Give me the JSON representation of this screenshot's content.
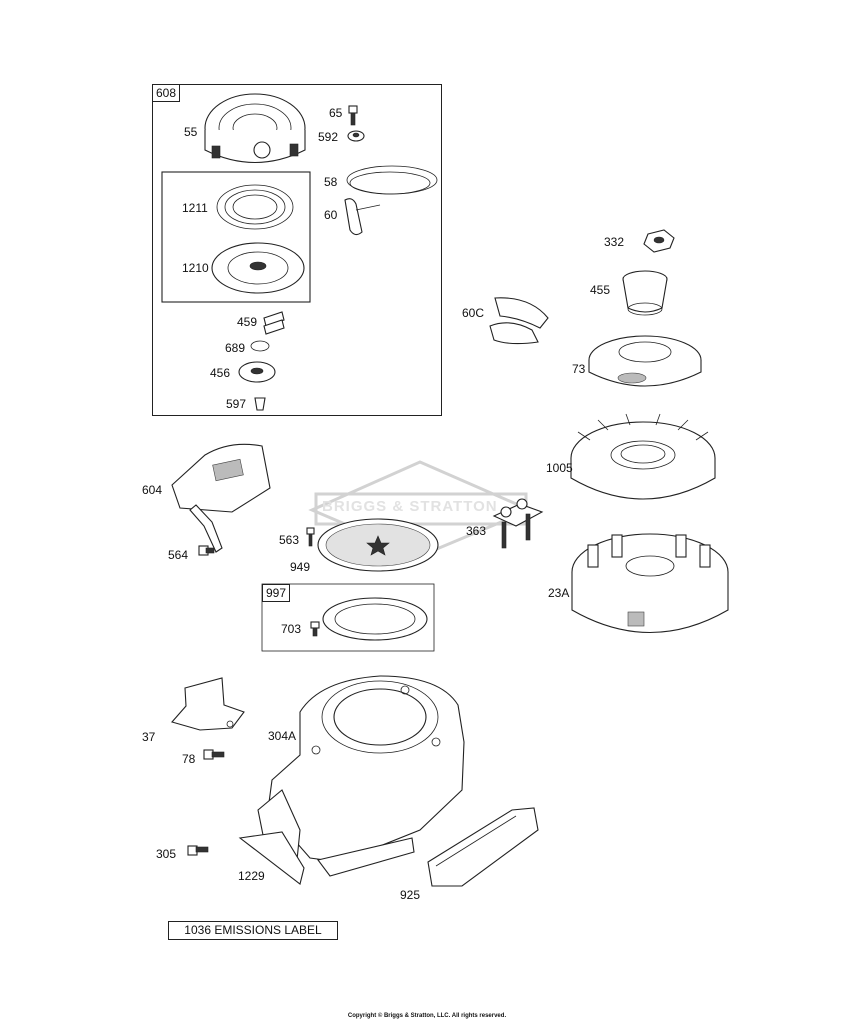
{
  "groups": {
    "g608": "608",
    "g997": "997"
  },
  "watermark": "BRIGGS & STRATTON",
  "parts": {
    "p55": "55",
    "p65": "65",
    "p592": "592",
    "p58": "58",
    "p60": "60",
    "p1211": "1211",
    "p1210": "1210",
    "p459": "459",
    "p689": "689",
    "p456": "456",
    "p597": "597",
    "p332": "332",
    "p455": "455",
    "p60c": "60C",
    "p73": "73",
    "p1005": "1005",
    "p604": "604",
    "p564": "564",
    "p563": "563",
    "p949": "949",
    "p363": "363",
    "p23a": "23A",
    "p703": "703",
    "p37": "37",
    "p78": "78",
    "p304a": "304A",
    "p305": "305",
    "p1229": "1229",
    "p925": "925"
  },
  "emissions_label": "1036 EMISSIONS LABEL",
  "copyright": "Copyright © Briggs & Stratton, LLC. All rights reserved."
}
